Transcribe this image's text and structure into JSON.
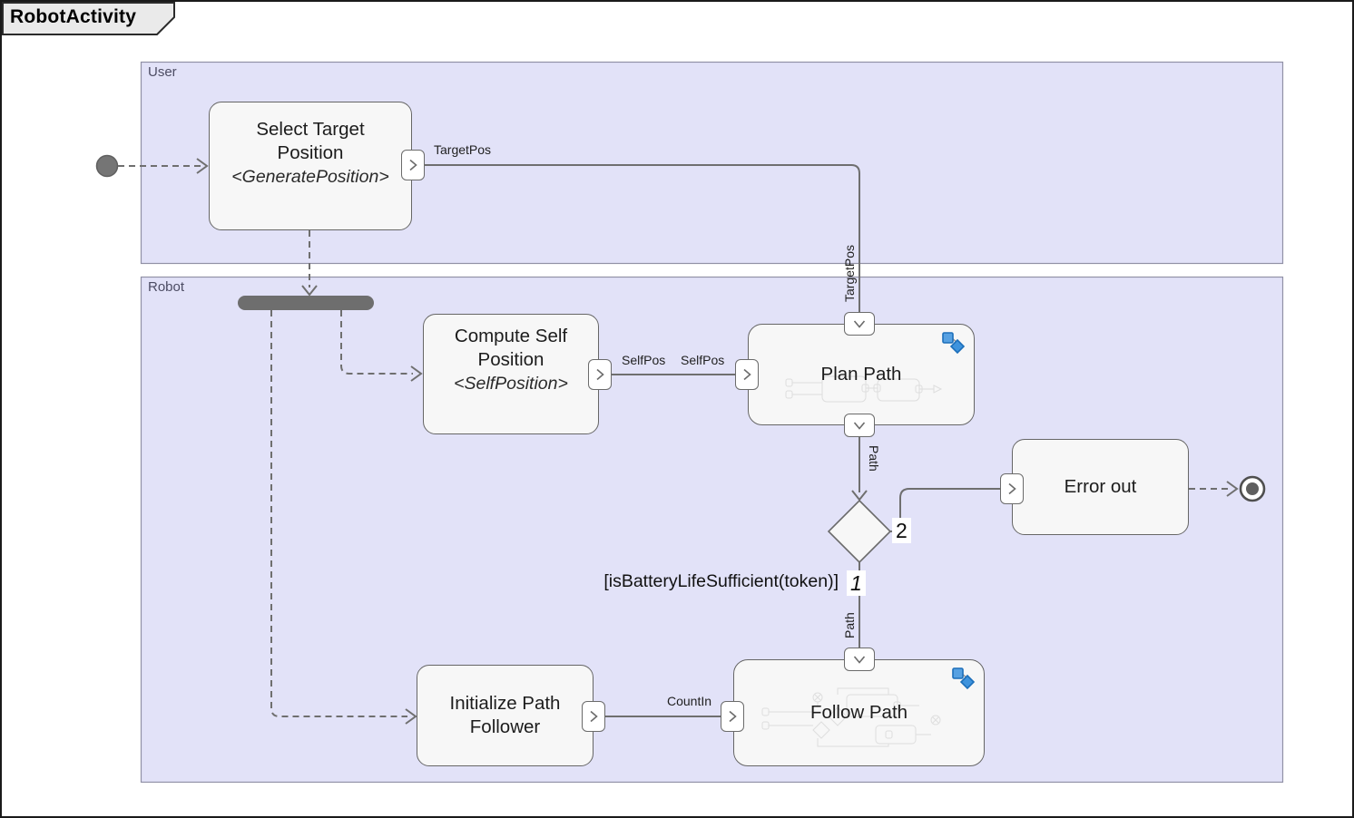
{
  "diagram": {
    "title": "RobotActivity",
    "lanes": {
      "user": "User",
      "robot": "Robot"
    }
  },
  "nodes": {
    "select_target_position": {
      "title": "Select Target Position",
      "stereotype": "<GeneratePosition>"
    },
    "compute_self_position": {
      "title": "Compute Self Position",
      "stereotype": "<SelfPosition>"
    },
    "plan_path": {
      "title": "Plan Path"
    },
    "error_out": {
      "title": "Error out"
    },
    "initialize_path_follower": {
      "title": "Initialize Path Follower"
    },
    "follow_path": {
      "title": "Follow Path"
    }
  },
  "flows": {
    "target_pos_pin_label": "TargetPos",
    "target_pos_flow_label": "TargetPos",
    "self_pos_source_label": "SelfPos",
    "self_pos_target_label": "SelfPos",
    "count_in_label": "CountIn",
    "path_out_label": "Path",
    "path_in_label": "Path"
  },
  "decision": {
    "guard": "[isBatteryLifeSufficient(token)]",
    "branch_primary": "1",
    "branch_alternate": "2"
  },
  "icons": {
    "behavior_badge": "simulink-behavior-badge",
    "output_pin": "chevron-right-icon",
    "input_pin": "chevron-down-icon"
  },
  "colors": {
    "lane_fill": "#E2E2F8",
    "lane_border": "#9191A6",
    "node_fill": "#F7F7F7",
    "node_border": "#666666",
    "connector": "#6F6F6F",
    "fork_fill": "#6E6E6E",
    "badge_blue": "#57A1E2",
    "badge_blue_dark": "#1D6FBA"
  }
}
